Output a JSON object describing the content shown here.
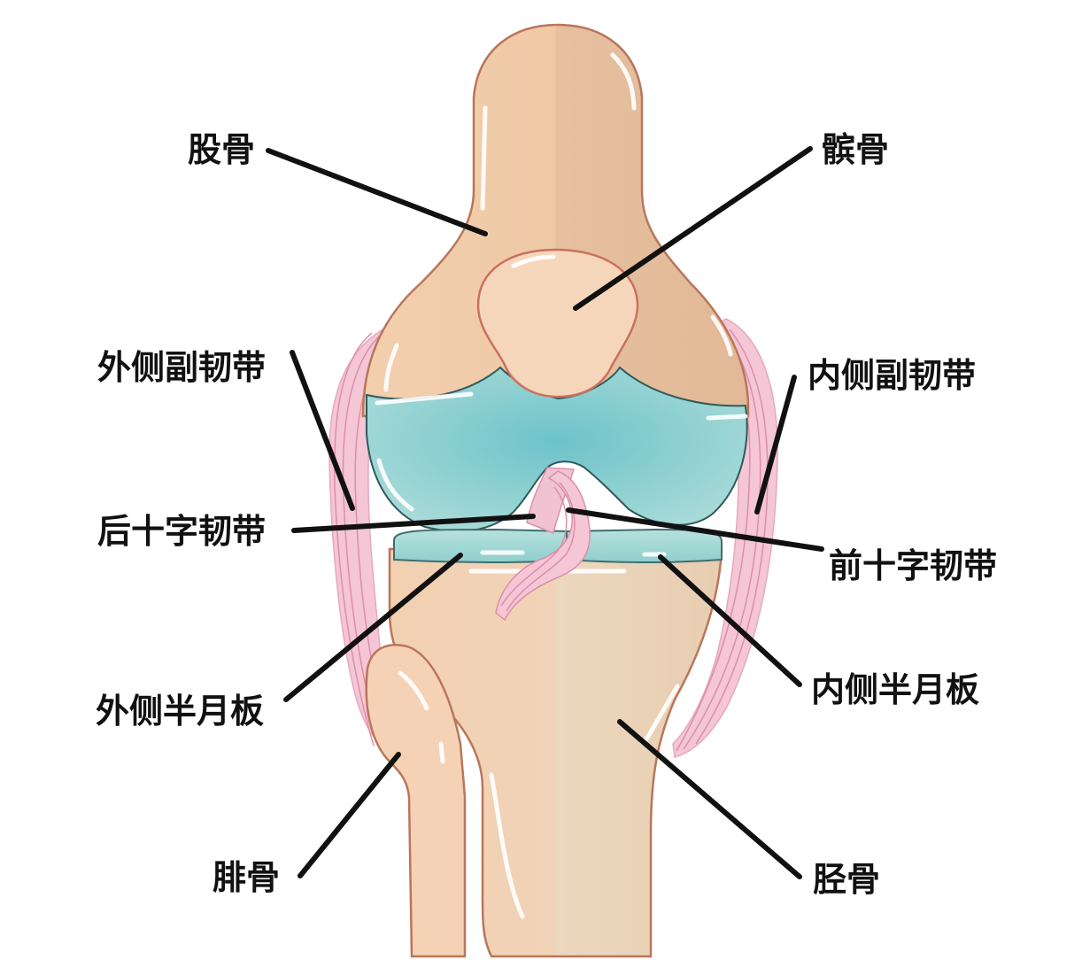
{
  "diagram": {
    "title": "膝关节结构示意图",
    "colors": {
      "bone_light": "#f6d8bd",
      "bone_dark": "#e7bc98",
      "bone_outline": "#b9765a",
      "cartilage": "#7ec9cc",
      "cartilage_dark": "#5fb8bd",
      "meniscus": "#a9dcd9",
      "ligament": "#f4c6d6",
      "ligament_line": "#dc8fa9",
      "leader": "#111111"
    },
    "labels": {
      "femur": "股骨",
      "patella": "髌骨",
      "lateral_collateral_ligament": "外侧副韧带",
      "medial_collateral_ligament": "内侧副韧带",
      "posterior_cruciate_ligament": "后十字韧带",
      "anterior_cruciate_ligament": "前十字韧带",
      "lateral_meniscus": "外侧半月板",
      "medial_meniscus": "内侧半月板",
      "fibula": "腓骨",
      "tibia": "胫骨"
    }
  }
}
